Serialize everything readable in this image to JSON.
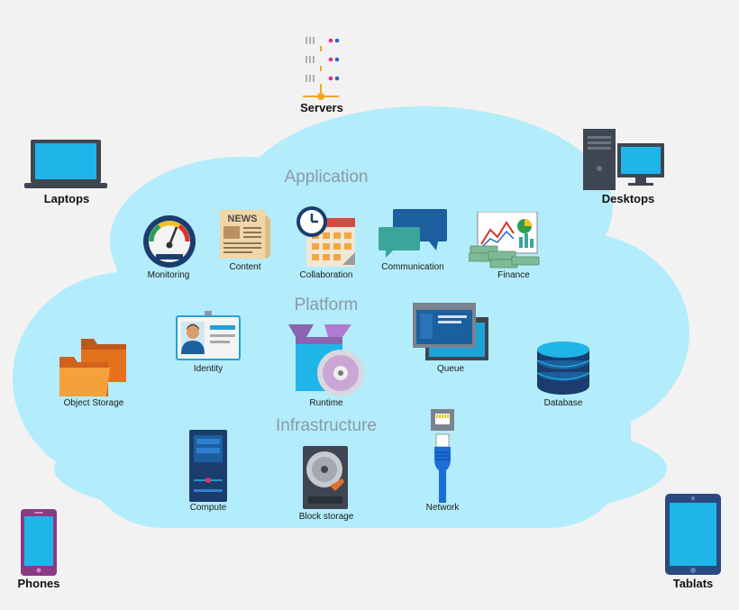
{
  "devices": {
    "servers": "Servers",
    "laptops": "Laptops",
    "desktops": "Desktops",
    "phones": "Phones",
    "tablets": "Tablats"
  },
  "layers": {
    "application": "Application",
    "platform": "Platform",
    "infrastructure": "Infrastructure"
  },
  "services": {
    "monitoring": "Monitoring",
    "content": "Content",
    "collaboration": "Collaboration",
    "communication": "Communication",
    "finance": "Finance",
    "identity": "Identity",
    "runtime": "Runtime",
    "queue": "Queue",
    "object_storage": "Object Storage",
    "database": "Database",
    "compute": "Compute",
    "block_storage": "Block storage",
    "network": "Network"
  },
  "icon_text": {
    "news": "NEWS"
  },
  "colors": {
    "cloud": "#b3ecfa",
    "device_screen": "#1fb5e8",
    "device_dark": "#3f4651",
    "accent_blue": "#1b5f9e"
  }
}
